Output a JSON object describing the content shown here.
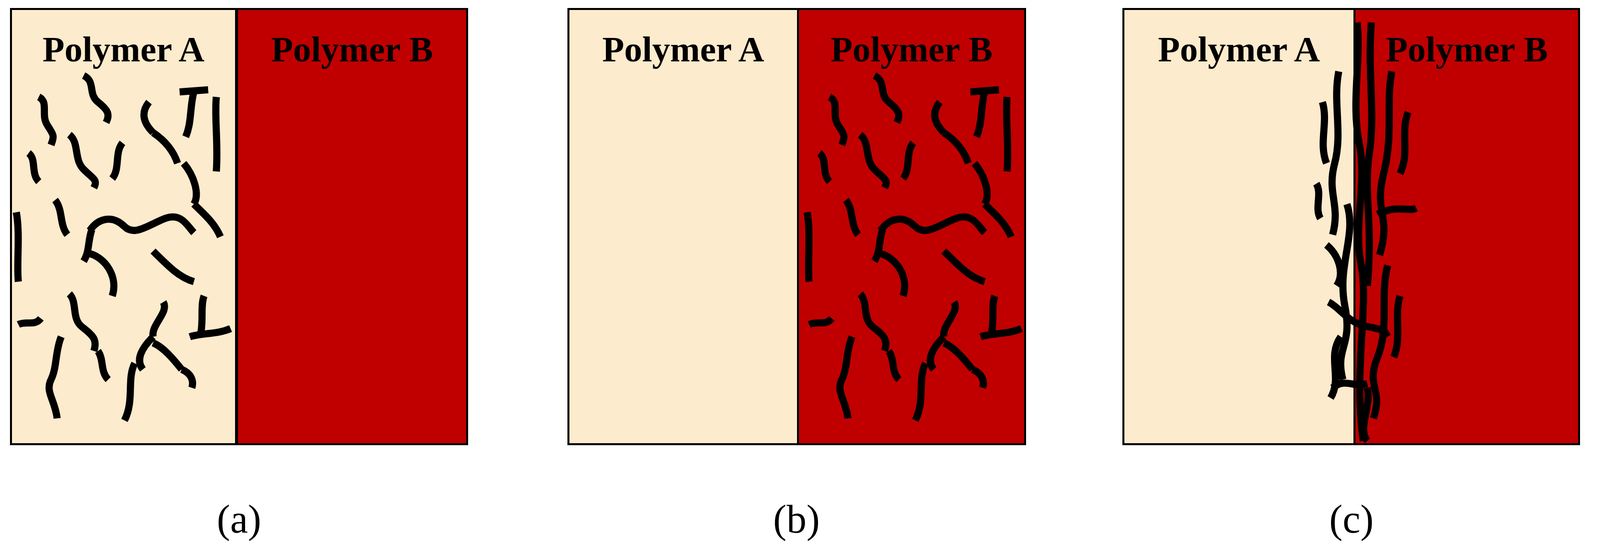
{
  "diagram": {
    "nodes": [
      {
        "text": [
          "Polymer A"
        ]
      },
      {
        "text": [
          "Polymer B"
        ]
      },
      {
        "text": [
          "Polymer A"
        ]
      },
      {
        "text": [
          "Polymer B"
        ]
      },
      {
        "text": [
          "Polymer A"
        ]
      },
      {
        "text": [
          "Polymer B"
        ]
      }
    ],
    "labels": [
      "(a)",
      "(b)",
      "(c)"
    ]
  }
}
